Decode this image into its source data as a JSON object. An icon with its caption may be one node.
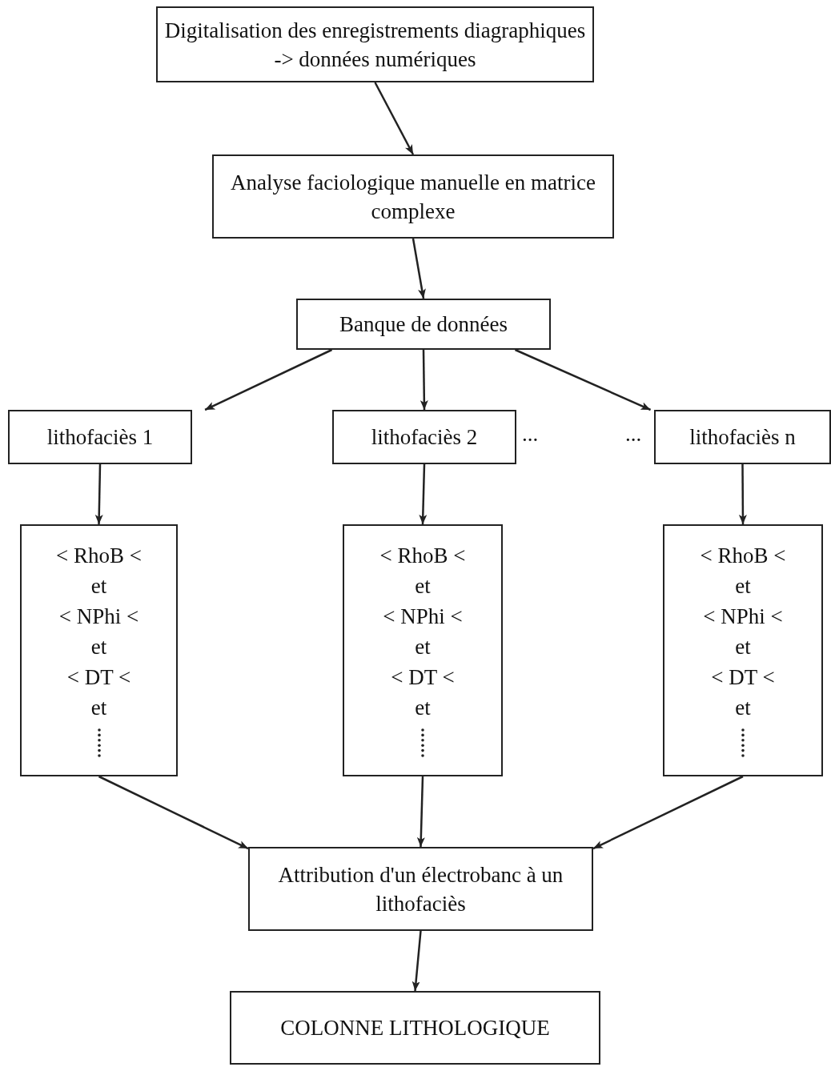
{
  "diagram": {
    "nodes": [
      {
        "text": [
          "Digitalisation des enregistrements diagraphiques -> données numériques"
        ]
      },
      {
        "text": [
          "Analyse faciologique manuelle en matrice complexe"
        ]
      },
      {
        "text": [
          "Banque de données"
        ]
      },
      {
        "text": [
          "lithofaciès 1"
        ]
      },
      {
        "text": [
          "lithofaciès 2"
        ],
        "beside": [
          "..."
        ]
      },
      {
        "text": [
          "lithofaciès n"
        ],
        "beside": [
          "..."
        ]
      },
      {
        "text": [
          "< RhoB <",
          "et",
          "< NPhi <",
          "et",
          "< DT <",
          "et"
        ]
      },
      {
        "text": [
          "< RhoB <",
          "et",
          "< NPhi <",
          "et",
          "< DT <",
          "et"
        ]
      },
      {
        "text": [
          "< RhoB <",
          "et",
          "< NPhi <",
          "et",
          "< DT <",
          "et"
        ]
      },
      {
        "text": [
          "Attribution d'un électrobanc à un lithofaciès"
        ]
      },
      {
        "text": [
          "COLONNE LITHOLOGIQUE"
        ]
      }
    ],
    "edges": [
      {
        "from": 0,
        "to": 1,
        "arrow": "to"
      },
      {
        "from": 1,
        "to": 2,
        "arrow": "to"
      },
      {
        "from": 2,
        "to": 3,
        "arrow": "to"
      },
      {
        "from": 2,
        "to": 4,
        "arrow": "to"
      },
      {
        "from": 2,
        "to": 5,
        "arrow": "to"
      },
      {
        "from": 3,
        "to": 6,
        "arrow": "to"
      },
      {
        "from": 4,
        "to": 7,
        "arrow": "to"
      },
      {
        "from": 5,
        "to": 8,
        "arrow": "to"
      },
      {
        "from": 6,
        "to": 9,
        "arrow": "to"
      },
      {
        "from": 7,
        "to": 9,
        "arrow": "to"
      },
      {
        "from": 8,
        "to": 9,
        "arrow": "to"
      },
      {
        "from": 9,
        "to": 10,
        "arrow": "to"
      }
    ]
  }
}
